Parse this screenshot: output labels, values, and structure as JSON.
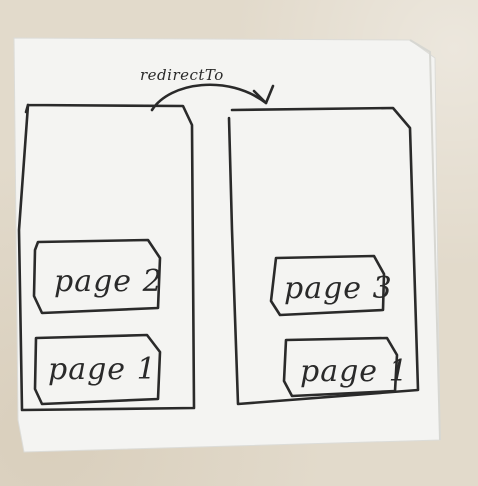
{
  "diagram": {
    "arrow_label": "redirectTo",
    "left_stack": {
      "pages": [
        "page 2",
        "page 1"
      ]
    },
    "right_stack": {
      "pages": [
        "page 3",
        "page 1"
      ]
    }
  }
}
